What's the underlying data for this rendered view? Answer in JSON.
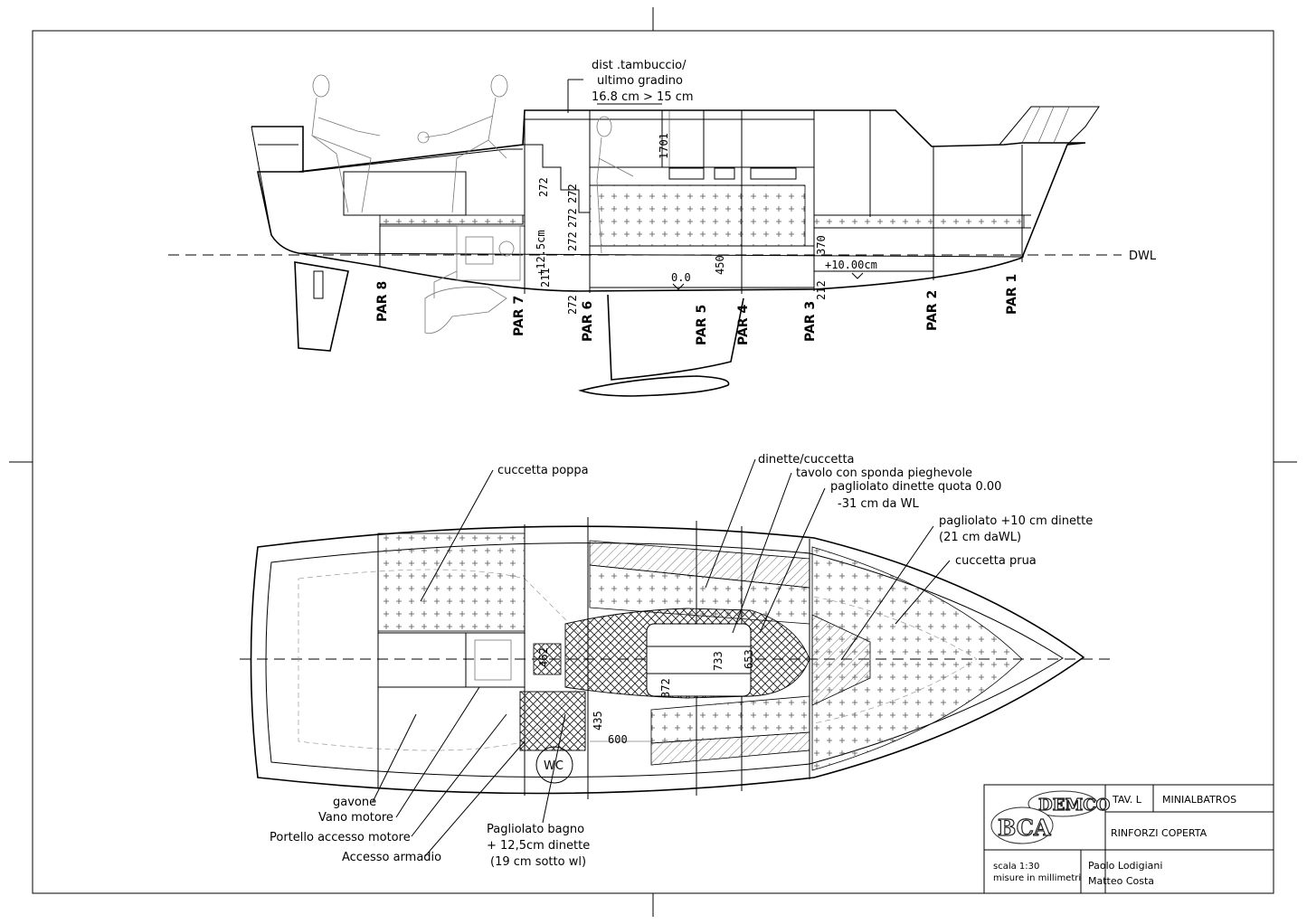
{
  "drawing": {
    "dwl_label": "DWL",
    "stair_note": [
      "dist .tambuccio/",
      "ultimo gradino",
      "16.8 cm > 15 cm"
    ],
    "bulkheads": [
      "PAR 8",
      "PAR 7",
      "PAR 6",
      "PAR 5",
      "PAR 4",
      "PAR 3",
      "PAR 2",
      "PAR 1"
    ],
    "profile_dims": {
      "d1701": "1701",
      "d272a": "272",
      "d272b": "272",
      "d272c": "272",
      "d272d": "272",
      "d125": "+12.5cm",
      "d370": "370",
      "d450": "450",
      "d00": "0.0",
      "d10": "+10.00cm",
      "d212": "212",
      "d211": "211"
    },
    "plan_dims": {
      "d600": "600",
      "d435": "435",
      "d372": "372",
      "d733": "733",
      "d653": "653",
      "d462": "462"
    },
    "wc_label": "WC",
    "plan_callouts": {
      "cuccetta_poppa": "cuccetta poppa",
      "dinette": "dinette/cuccetta",
      "tavolo": "tavolo con sponda pieghevole",
      "pagliolato_dinette": [
        "pagliolato dinette quota 0.00",
        "-31 cm da WL"
      ],
      "pagliolato_10": [
        "pagliolato +10 cm dinette",
        "(21 cm daWL)"
      ],
      "cuccetta_prua": "cuccetta prua",
      "gavone": "gavone",
      "vano_motore": "Vano motore",
      "portello": "Portello accesso motore",
      "armadio": "Accesso armadio",
      "bagno": [
        "Pagliolato bagno",
        "+ 12,5cm dinette",
        "(19 cm sotto wl)"
      ]
    }
  },
  "title_block": {
    "logo_top": "DEMCO",
    "logo_bottom": "BCA",
    "sheet": "TAV. L",
    "project": "MINIALBATROS",
    "subject": "RINFORZI COPERTA",
    "scale": "scala 1:30",
    "units": "misure in millimetri",
    "author_1": "Paolo Lodigiani",
    "author_2": "Matteo Costa"
  }
}
